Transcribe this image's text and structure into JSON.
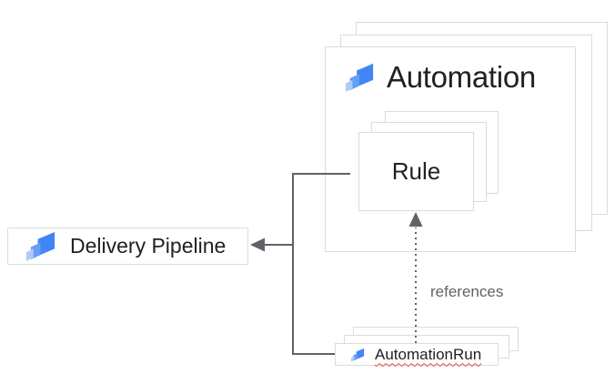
{
  "diagram": {
    "nodes": {
      "automation": {
        "label": "Automation",
        "icon": "deploy-icon",
        "stack_layers": 3
      },
      "rule": {
        "label": "Rule",
        "stack_layers": 3
      },
      "delivery_pipeline": {
        "label": "Delivery Pipeline",
        "icon": "deploy-icon",
        "stack_layers": 1
      },
      "automation_run": {
        "label": "AutomationRun",
        "icon": "deploy-icon",
        "stack_layers": 3,
        "spellcheck_squiggle": true
      }
    },
    "edges": [
      {
        "from": "automation_run",
        "to": "rule",
        "label": "references",
        "style": "dotted-arrow"
      },
      {
        "from": "rule-automation_run-bracket",
        "to": "delivery_pipeline",
        "label": "",
        "style": "solid-arrow"
      }
    ],
    "colors": {
      "background": "#ffffff",
      "node_border": "#dadce0",
      "node_fill": "#ffffff",
      "connector": "#5f6368",
      "label_dark": "#202124",
      "label_gray": "#5f6368",
      "icon_blue_dark": "#4285f4",
      "icon_blue_mid": "#669df6",
      "icon_blue_light": "#aecbfa",
      "squiggle_red": "#ea4335"
    }
  }
}
